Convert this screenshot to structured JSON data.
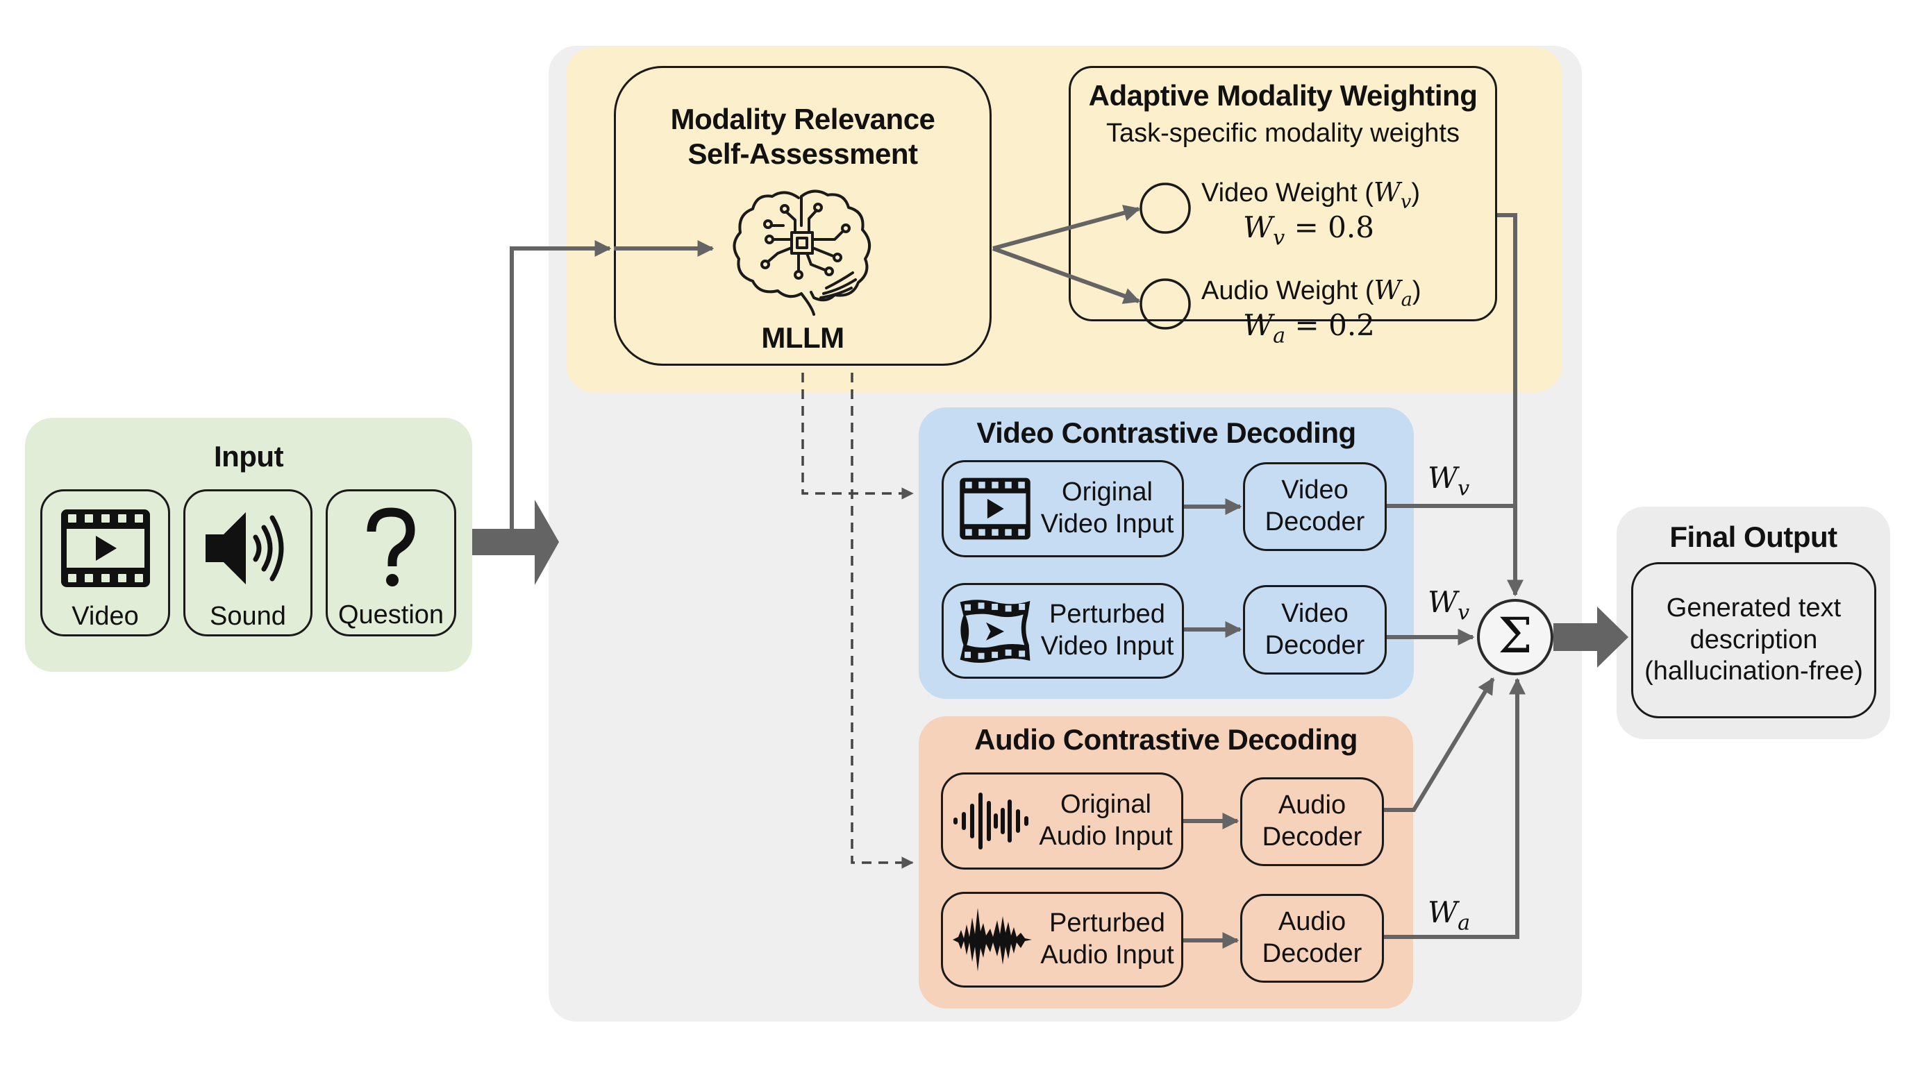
{
  "input": {
    "title": "Input",
    "cards": [
      {
        "label": "Video",
        "icon": "film-icon"
      },
      {
        "label": "Sound",
        "icon": "speaker-icon"
      },
      {
        "label": "Question",
        "icon": "question-mark-icon"
      }
    ]
  },
  "assessment": {
    "title_line1": "Modality Relevance",
    "title_line2": "Self-Assessment",
    "model_label": "MLLM",
    "icon": "brain-chip-icon"
  },
  "weighting": {
    "title": "Adaptive Modality Weighting",
    "subtitle": "Task-specific modality weights",
    "video": {
      "label": "Video Weight (",
      "symbol": "W",
      "sub": "v",
      "close": ")",
      "eq": " = 0.8",
      "value": 0.8
    },
    "audio": {
      "label": "Audio Weight (",
      "symbol": "W",
      "sub": "a",
      "close": ")",
      "eq": " = 0.2",
      "value": 0.2
    }
  },
  "video_cd": {
    "title": "Video Contrastive Decoding",
    "original_line1": "Original",
    "original_line2": "Video Input",
    "perturbed_line1": "Perturbed",
    "perturbed_line2": "Video Input",
    "decoder_line1": "Video",
    "decoder_line2": "Decoder"
  },
  "audio_cd": {
    "title": "Audio Contrastive Decoding",
    "original_line1": "Original",
    "original_line2": "Audio Input",
    "perturbed_line1": "Perturbed",
    "perturbed_line2": "Audio Input",
    "decoder_line1": "Audio",
    "decoder_line2": "Decoder"
  },
  "edge_labels": {
    "w": "W",
    "v": "v",
    "a": "a"
  },
  "sum": {
    "symbol": "Σ"
  },
  "output": {
    "title": "Final Output",
    "line1": "Generated text",
    "line2": "description",
    "line3": "(hallucination-free)"
  },
  "colors": {
    "input_bg": "#e2edd8",
    "outer_bg": "#efefef",
    "assessment_bg": "#fcefcb",
    "video_bg": "#c6dcf2",
    "audio_bg": "#f6d2ba",
    "output_bg": "#ececec",
    "arrow": "#646464"
  }
}
